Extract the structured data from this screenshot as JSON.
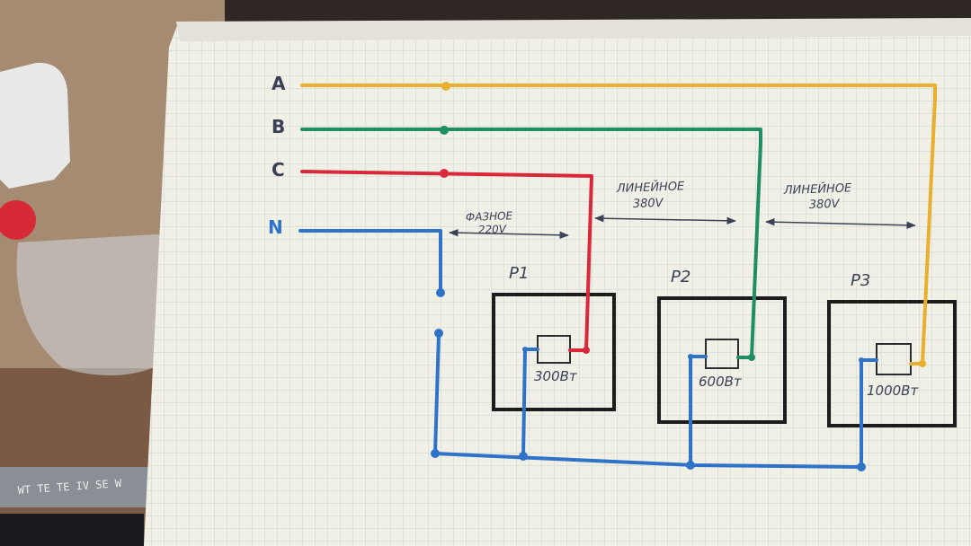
{
  "colors": {
    "phase_a": "#e8b02e",
    "phase_b": "#1f8f63",
    "phase_c": "#d9283a",
    "neutral": "#2f73c9",
    "box": "#1c1c1c",
    "paper": "#f1f0e6",
    "grid": "#c9cfd4"
  },
  "phases": {
    "a": "A",
    "b": "B",
    "c": "C",
    "n": "N"
  },
  "notes": {
    "phase_line1": "ФАЗНОЕ",
    "phase_line2": "220V",
    "linear1_line1": "ЛИНЕЙНОЕ",
    "linear1_line2": "380V",
    "linear2_line1": "ЛИНЕЙНОЕ",
    "linear2_line2": "380V"
  },
  "loads": [
    {
      "label": "P1",
      "power": "300Вт"
    },
    {
      "label": "P2",
      "power": "600Вт"
    },
    {
      "label": "P3",
      "power": "1000Вт"
    }
  ],
  "background": {
    "ruler_text": "WT TE TE IV SE W"
  }
}
